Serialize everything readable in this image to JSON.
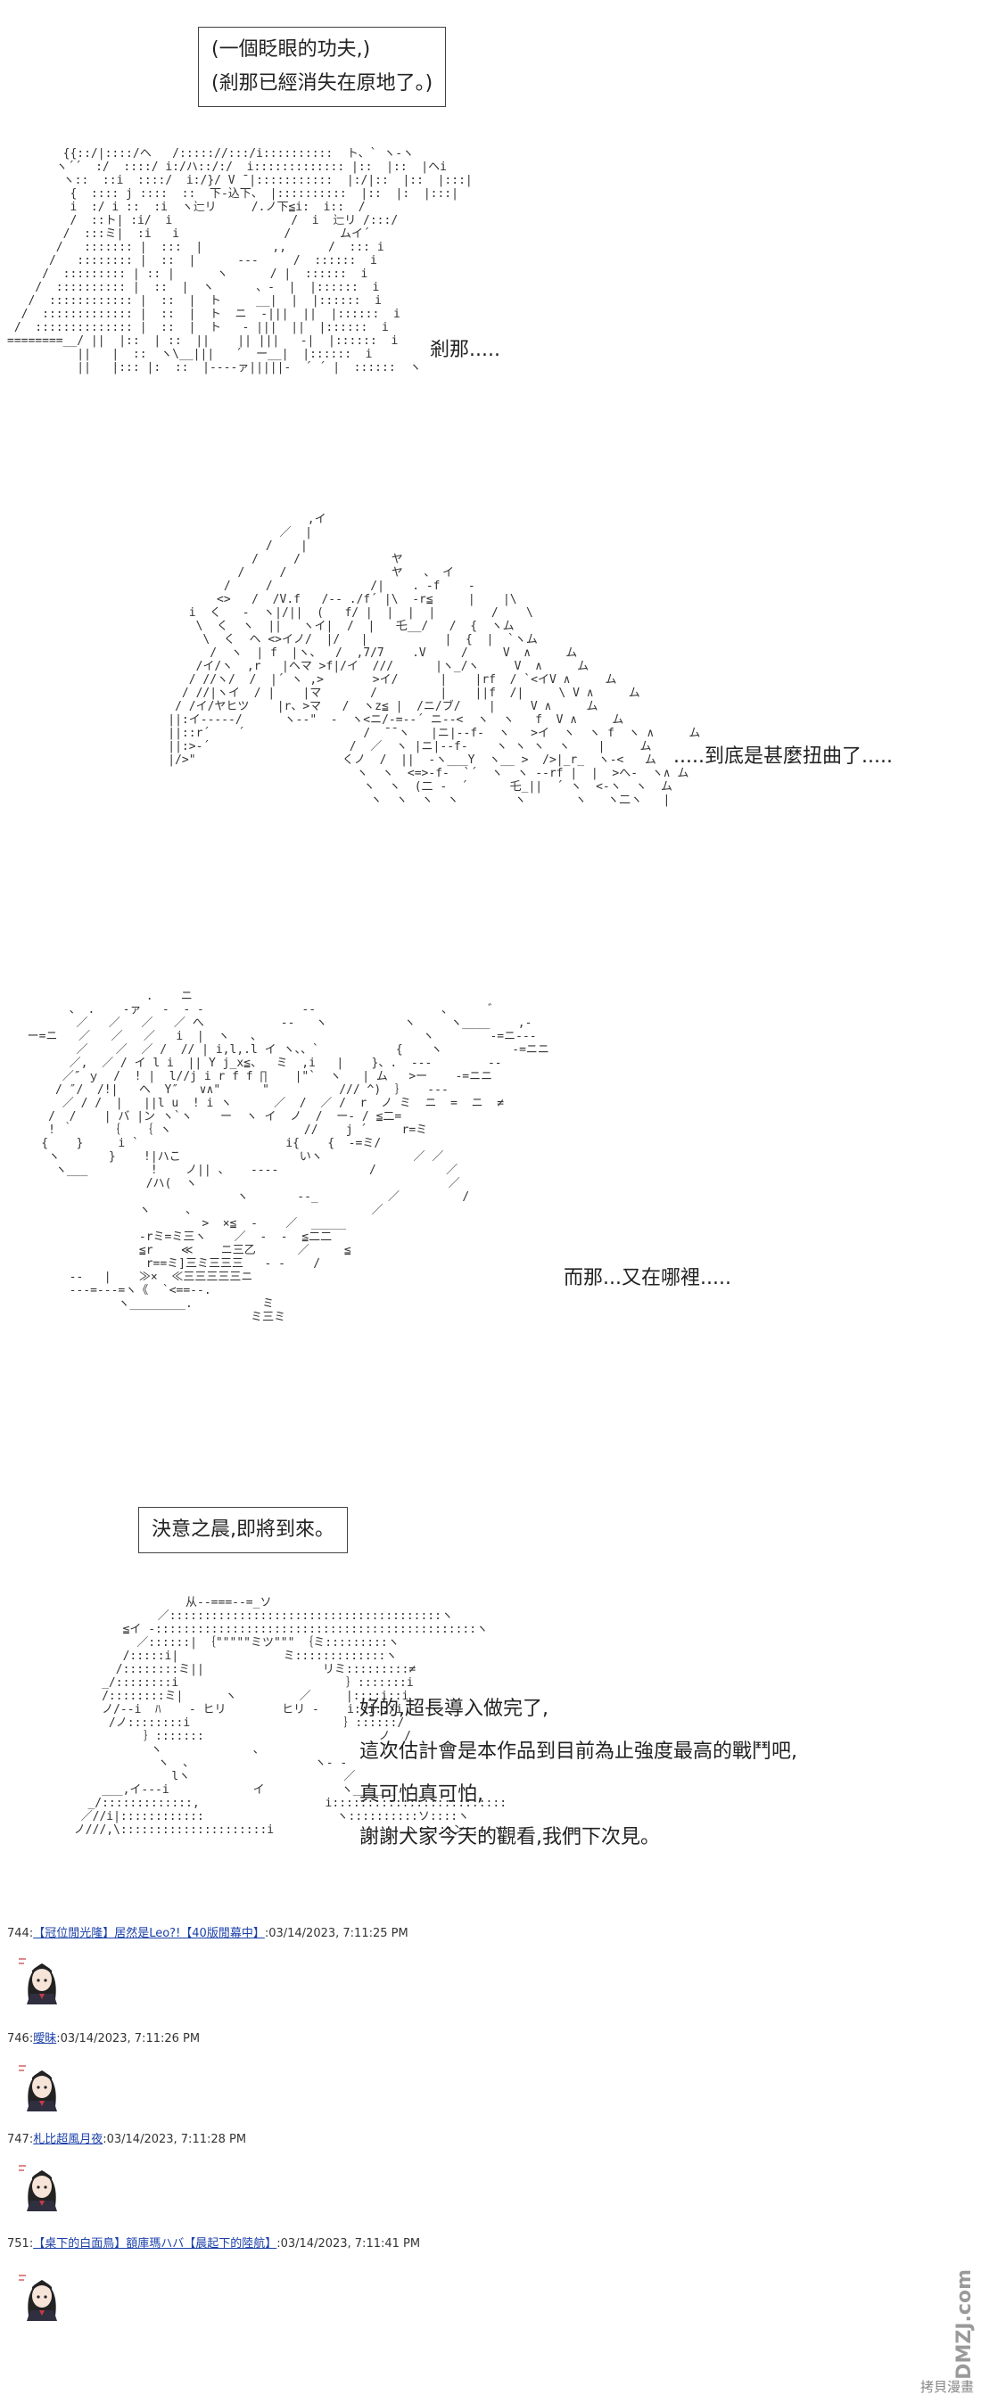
{
  "captions": {
    "top": [
      "(一個眨眼的功夫,)",
      "(剎那已經消失在原地了。)"
    ],
    "dawn": "決意之晨,即將到來。"
  },
  "narration": {
    "setsuna": "剎那.....",
    "twisted": ".....到底是甚麼扭曲了.....",
    "where": "而那...又在哪裡.....",
    "ending": [
      "好的,超長導入做完了,",
      "這次估計會是本作品到目前為止強度最高的戰鬥吧,",
      "真可怕真可怕,",
      "謝謝大家今天的觀看,我們下次見。"
    ]
  },
  "comments": [
    {
      "num": "744:",
      "name": "【冠位閒光隆】居然是Leo?!【40版閒幕中】",
      "time": ":03/14/2023, 7:11:25 PM"
    },
    {
      "num": "746:",
      "name": "曖昧",
      "time": ":03/14/2023, 7:11:26 PM"
    },
    {
      "num": "747:",
      "name": "札比超風月夜",
      "time": ":03/14/2023, 7:11:28 PM"
    },
    {
      "num": "751:",
      "name": "【桌下的白面鳥】額庫瑪ハバ【晨起下的陸航】",
      "time": ":03/14/2023, 7:11:41 PM"
    }
  ],
  "footer": {
    "mark": "拷貝漫畫",
    "watermark": "DMZJ.com"
  },
  "icons": {
    "avatar": "avatar-girl-icon"
  },
  "colors": {
    "link": "#1a3fa8",
    "text": "#222222"
  }
}
